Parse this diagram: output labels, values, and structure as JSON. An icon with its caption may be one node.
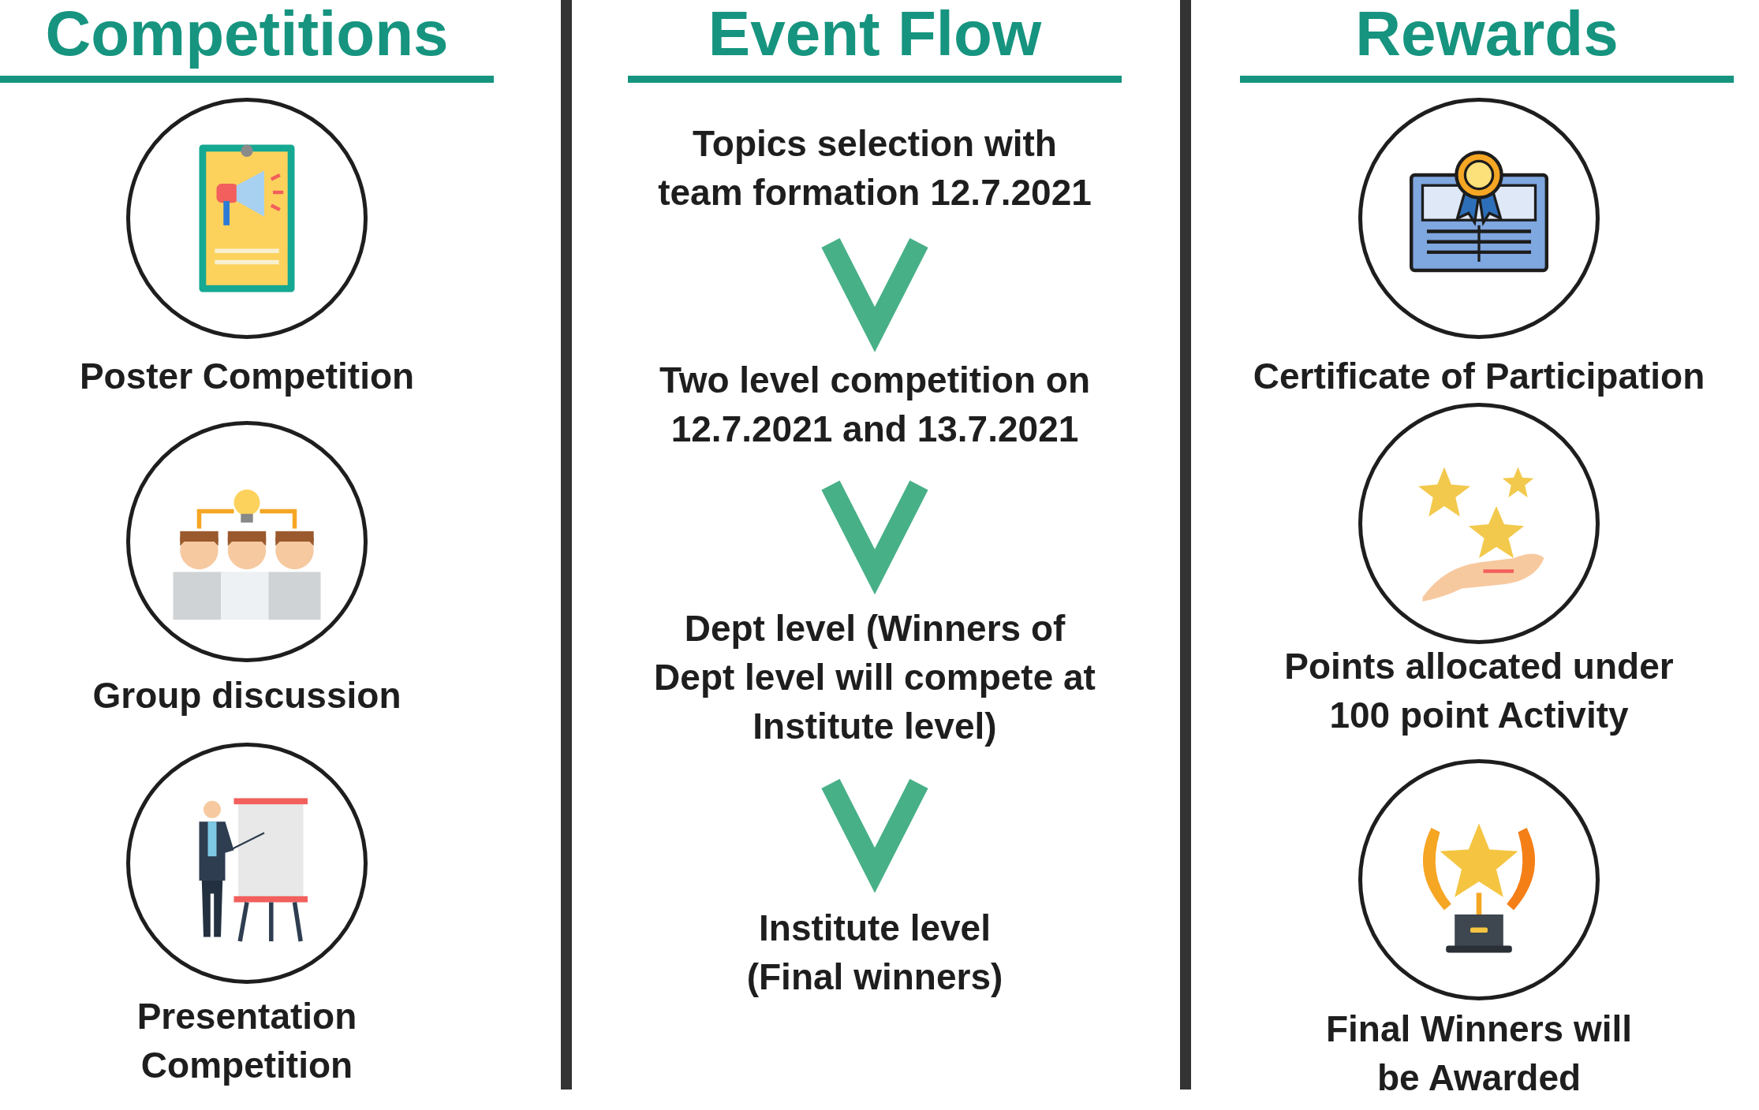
{
  "diagram": {
    "nodes": [
      {
        "text": [
          "Poster Competition"
        ]
      },
      {
        "text": [
          "Group discussion"
        ]
      },
      {
        "text": [
          "Presentation Competition"
        ]
      },
      {
        "text": [
          "Topics selection with team formation 12.7.2021"
        ]
      },
      {
        "text": [
          "Two level competition on 12.7.2021 and 13.7.2021"
        ]
      },
      {
        "text": [
          "Dept level (Winners of Dept level will compete at Institute level)"
        ]
      },
      {
        "text": [
          "Institute level (Final winners)"
        ]
      },
      {
        "text": [
          "Certificate of Participation"
        ]
      },
      {
        "text": [
          "Points allocated under 100 point Activity"
        ]
      },
      {
        "text": [
          "Final Winners will be Awarded"
        ]
      },
      {
        "text": [],
        "shape": "bar"
      },
      {
        "text": [],
        "shape": "bar"
      }
    ],
    "edges": [
      {
        "from": 3,
        "to": 4,
        "arrow": "to"
      },
      {
        "from": 4,
        "to": 5,
        "arrow": "to"
      },
      {
        "from": 5,
        "to": 6,
        "arrow": "to"
      }
    ],
    "labels": [
      "Competitions",
      "Event Flow",
      "Rewards"
    ]
  }
}
